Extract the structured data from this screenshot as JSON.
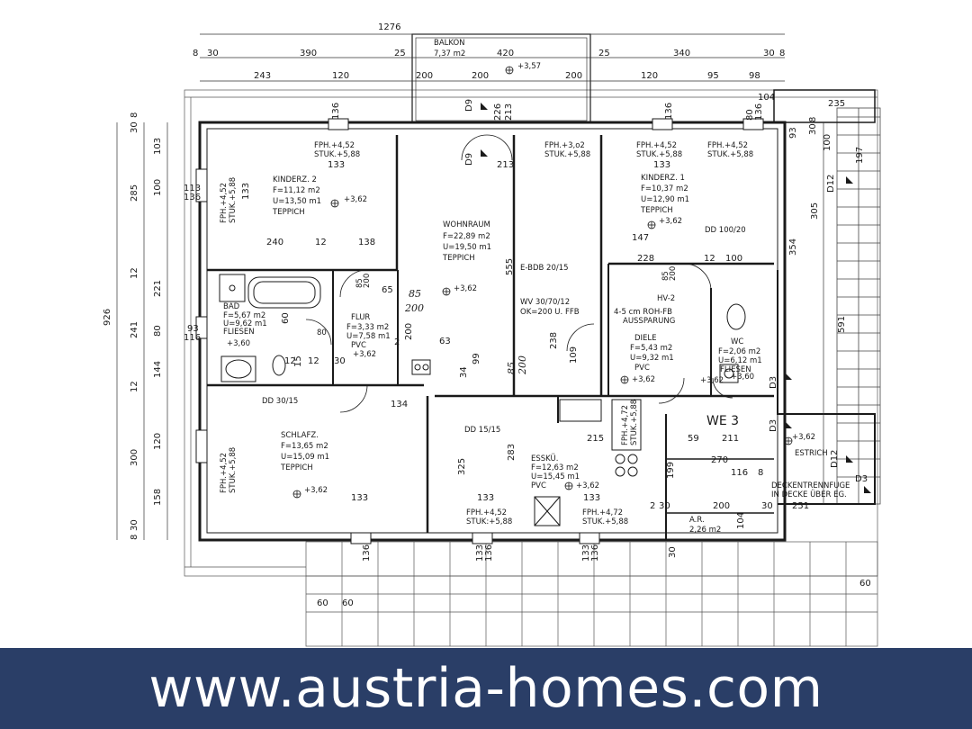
{
  "diagram": {
    "type": "floor-plan",
    "top_dimensions": [
      "1276",
      "8",
      "30",
      "390",
      "25",
      "420",
      "25",
      "340",
      "30",
      "8",
      "243",
      "120",
      "200",
      "200",
      "200",
      "120",
      "95",
      "98",
      "104",
      "235"
    ],
    "balcony": {
      "name": "BALKON",
      "area": "7,37 m2"
    },
    "elevations": [
      "+3,57",
      "+3,62",
      "+3,62",
      "+3,62",
      "+3,62",
      "+3,62",
      "+3,62",
      "+3,60",
      "+3,60",
      "+3,62",
      "+3,62",
      "+3,62"
    ],
    "rooms": [
      {
        "id": "kinderz2",
        "name": "KINDERZ. 2",
        "area": "F=11,12 m2",
        "perimeter": "U=13,50 m1",
        "floor": "TEPPICH"
      },
      {
        "id": "wohnraum",
        "name": "WOHNRAUM",
        "area": "F=22,89 m2",
        "perimeter": "U=19,50 m1",
        "floor": "TEPPICH"
      },
      {
        "id": "kinderz1",
        "name": "KINDERZ. 1",
        "area": "F=10,37 m2",
        "perimeter": "U=12,90 m1",
        "floor": "TEPPICH"
      },
      {
        "id": "bad",
        "name": "BAD",
        "area": "F=5,67 m2",
        "perimeter": "U=9,62 m1",
        "floor": "FLIESEN"
      },
      {
        "id": "flur",
        "name": "FLUR",
        "area": "F=3,33 m2",
        "perimeter": "U=7,58 m1",
        "floor": "PVC"
      },
      {
        "id": "diele",
        "name": "DIELE",
        "area": "F=5,43 m2",
        "perimeter": "U=9,32 m1",
        "floor": "PVC"
      },
      {
        "id": "wc",
        "name": "WC",
        "area": "F=2,06 m2",
        "perimeter": "U=6,12 m1",
        "floor": "FLIESEN"
      },
      {
        "id": "schlafz",
        "name": "SCHLAFZ.",
        "area": "F=13,65 m2",
        "perimeter": "U=15,09 m1",
        "floor": "TEPPICH"
      },
      {
        "id": "essko",
        "name": "ESSKÜ.",
        "area": "F=12,63 m2",
        "perimeter": "U=15,45 m1",
        "floor": "PVC"
      }
    ],
    "fph_stuk": [
      "FPH.+4,52",
      "STUK.+5,88",
      "FPH.+3,o2",
      "STUK.+5,88",
      "FPH.+4,52",
      "STUK.+5,88",
      "FPH.+4,52",
      "STUK.+5,88",
      "FPH.+4,52",
      "STUK.+5,88",
      "FPH.+4,52",
      "STUK.+5,88",
      "FPH.+4,72",
      "STUK.+5,88",
      "FPH.+4,52",
      "STUK:+5,88",
      "FPH.+4,72",
      "STUK.+5,88"
    ],
    "notes": {
      "dd_100_20": "DD 100/20",
      "dd_30_15": "DD 30/15",
      "dd_15_15": "DD 15/15",
      "e_bdb": "E-BDB 20/15",
      "wv": "WV 30/70/12",
      "ok": "OK=200 U. FFB",
      "hv": "HV-2",
      "roh_fb": "4-5 cm ROH-FB",
      "aussparung": "AUSSPARUNG",
      "we3": "WE 3",
      "estrich": "ESTRICH",
      "decken1": "DECKENTRENNFUGE",
      "decken2": "IN DECKE ÜBER EG.",
      "ar": "A.R.",
      "ar_area": "2,26 m2"
    },
    "markers": [
      "D9",
      "D9",
      "D12",
      "D3",
      "D3",
      "D12",
      "D3"
    ],
    "left_dimensions": [
      "8",
      "30",
      "103",
      "100",
      "285",
      "113",
      "136",
      "12",
      "221",
      "926",
      "241",
      "80",
      "93",
      "116",
      "144",
      "12",
      "120",
      "300",
      "158",
      "8",
      "30"
    ],
    "inner_dimensions": [
      "133",
      "136",
      "133",
      "240",
      "12",
      "138",
      "133",
      "136",
      "213",
      "226",
      "213",
      "555",
      "65",
      "200",
      "63",
      "99",
      "2",
      "34",
      "85",
      "200",
      "134",
      "228",
      "12",
      "100",
      "147",
      "238",
      "109",
      "85",
      "200",
      "12",
      "15",
      "12",
      "30",
      "80",
      "60",
      "215",
      "133",
      "283",
      "325",
      "133",
      "59",
      "211",
      "270",
      "116",
      "8",
      "199",
      "2",
      "30",
      "200",
      "30",
      "251",
      "104",
      "60",
      "60",
      "60",
      "133",
      "136",
      "133",
      "136",
      "133",
      "136",
      "30",
      "354",
      "305",
      "591",
      "197",
      "80",
      "136",
      "93",
      "100",
      "30",
      "8"
    ]
  },
  "footer": {
    "url": "www.austria-homes.com",
    "background": "#2a3e67",
    "text_color": "#ffffff"
  }
}
